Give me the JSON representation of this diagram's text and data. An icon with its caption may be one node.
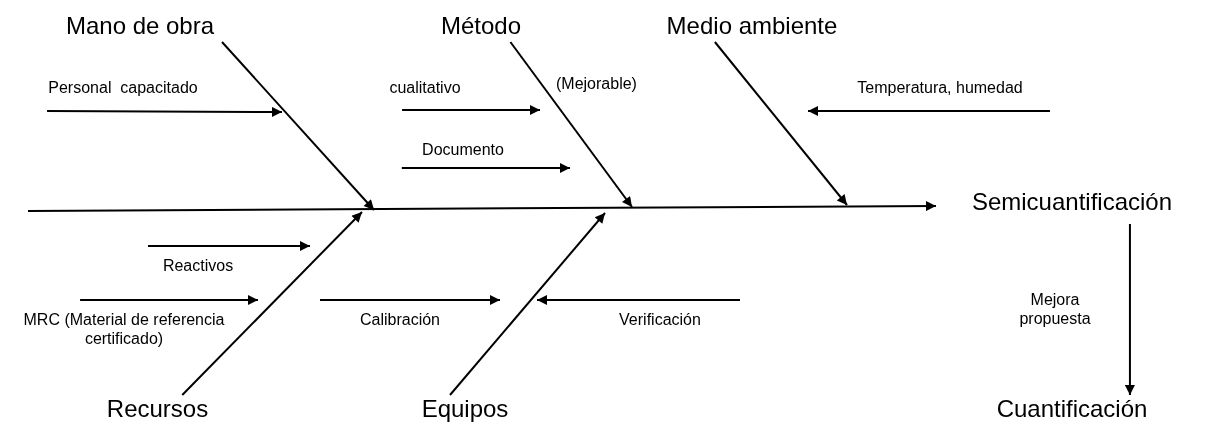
{
  "diagram": {
    "nodes": [
      {
        "text": [
          "Mano de obra"
        ]
      },
      {
        "text": [
          "Método"
        ]
      },
      {
        "text": [
          "Medio ambiente"
        ]
      },
      {
        "text": [
          "Semicuantificación"
        ]
      },
      {
        "text": [
          "Recursos"
        ]
      },
      {
        "text": [
          "Equipos"
        ]
      },
      {
        "text": [
          "Cuantificación"
        ]
      },
      {
        "text": [
          "Personal  capacitado"
        ]
      },
      {
        "text": [
          "cualitativo"
        ]
      },
      {
        "text": [
          "Documento"
        ]
      },
      {
        "text": [
          "Temperatura, humedad"
        ]
      },
      {
        "text": [
          "Reactivos"
        ]
      },
      {
        "text": [
          "MRC (Material de referencia certificado)"
        ]
      },
      {
        "text": [
          "Calibración"
        ]
      },
      {
        "text": [
          "Verificación"
        ]
      }
    ],
    "edges": [
      {
        "from": null,
        "to": 3,
        "arrow": "to"
      },
      {
        "from": 0,
        "to": null,
        "arrow": "to"
      },
      {
        "from": 1,
        "to": null,
        "arrow": "to"
      },
      {
        "from": 2,
        "to": null,
        "arrow": "to"
      },
      {
        "from": 4,
        "to": null,
        "arrow": "to"
      },
      {
        "from": 5,
        "to": null,
        "arrow": "to"
      },
      {
        "from": 7,
        "to": null,
        "arrow": "to"
      },
      {
        "from": 8,
        "to": null,
        "arrow": "to"
      },
      {
        "from": 9,
        "to": null,
        "arrow": "to"
      },
      {
        "from": 10,
        "to": null,
        "arrow": "to"
      },
      {
        "from": 11,
        "to": null,
        "arrow": "to"
      },
      {
        "from": 12,
        "to": null,
        "arrow": "to"
      },
      {
        "from": 13,
        "to": null,
        "arrow": "to"
      },
      {
        "from": 14,
        "to": null,
        "arrow": "to"
      },
      {
        "from": 3,
        "to": 6,
        "arrow": "to",
        "label": "Mejora propuesta"
      }
    ],
    "labels": [
      "(Mejorable)"
    ]
  }
}
